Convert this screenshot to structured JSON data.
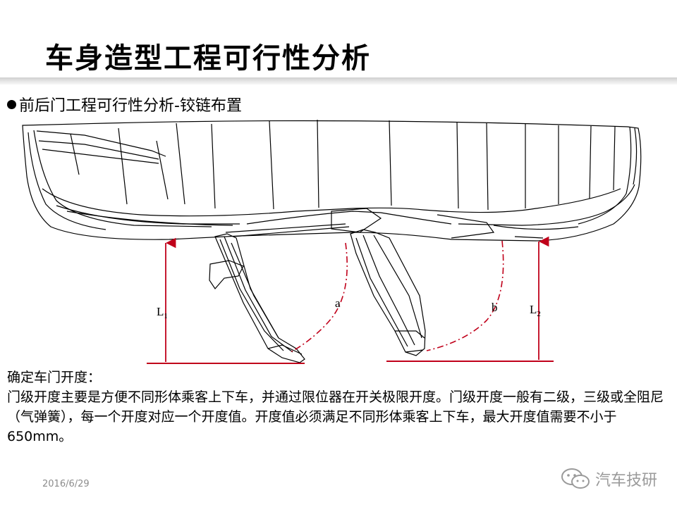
{
  "slide": {
    "title": "车身造型工程可行性分析",
    "subtitle": "前后门工程可行性分析-铰链布置",
    "date": "2016/6/29",
    "watermark": "汽车技研"
  },
  "diagram": {
    "labels": {
      "l1_main": "L",
      "l1_sub": "1",
      "l2_main": "L",
      "l2_sub": "2",
      "arc_a": "a",
      "arc_b": "b"
    }
  },
  "text": {
    "heading": "确定车门开度：",
    "body": "门级开度主要是方便不同形体乘客上下车，并通过限位器在开关极限开度。门级开度一般有二级，三级或全阻尼（气弹簧），每一个开度对应一个开度值。开度值必须满足不同形体乘客上下车，最大开度值需要不小于650mm。"
  }
}
